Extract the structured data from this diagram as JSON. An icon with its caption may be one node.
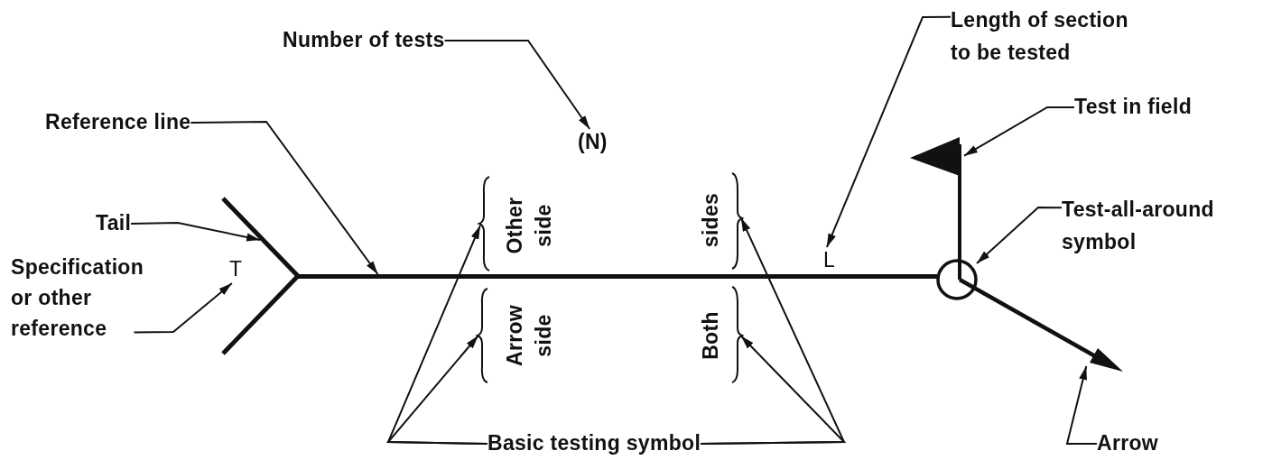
{
  "diagram": {
    "nodes": [
      {
        "text": [
          "Number of tests"
        ]
      },
      {
        "text": [
          "(N)"
        ]
      },
      {
        "text": [
          "Reference line"
        ]
      },
      {
        "text": [],
        "shape": "line"
      },
      {
        "text": [
          "Tail"
        ]
      },
      {
        "text": [],
        "shape": "chevron"
      },
      {
        "text": [
          "Specification or other reference"
        ]
      },
      {
        "text": [
          "T"
        ],
        "in": 5
      },
      {
        "text": [
          "Other side"
        ]
      },
      {
        "text": [
          "Arrow side"
        ]
      },
      {
        "text": [
          "Both",
          "sides"
        ]
      },
      {
        "text": [
          "L"
        ]
      },
      {
        "text": [
          "Length of section to be tested"
        ]
      },
      {
        "text": [
          "Test in field"
        ]
      },
      {
        "text": [],
        "shape": "flag"
      },
      {
        "text": [
          "Test-all-around symbol"
        ]
      },
      {
        "text": [],
        "shape": "circle"
      },
      {
        "text": [],
        "shape": "arrow"
      },
      {
        "text": [
          "Arrow"
        ]
      },
      {
        "text": [
          "Basic testing symbol"
        ]
      }
    ],
    "edges": [
      {
        "from": 0,
        "to": 1,
        "arrow": "to"
      },
      {
        "from": 2,
        "to": 3,
        "arrow": "to"
      },
      {
        "from": 4,
        "to": 5,
        "arrow": "to"
      },
      {
        "from": 6,
        "to": 7,
        "arrow": "to"
      },
      {
        "from": 19,
        "to": 8,
        "arrow": "to"
      },
      {
        "from": 19,
        "to": 9,
        "arrow": "to"
      },
      {
        "from": 19,
        "to": 10,
        "arrow": "to"
      },
      {
        "from": 19,
        "to": 10,
        "arrow": "to"
      },
      {
        "from": 12,
        "to": 11,
        "arrow": "to"
      },
      {
        "from": 13,
        "to": 14,
        "arrow": "to"
      },
      {
        "from": 15,
        "to": 16,
        "arrow": "to"
      },
      {
        "from": 18,
        "to": 17,
        "arrow": "to"
      }
    ]
  }
}
